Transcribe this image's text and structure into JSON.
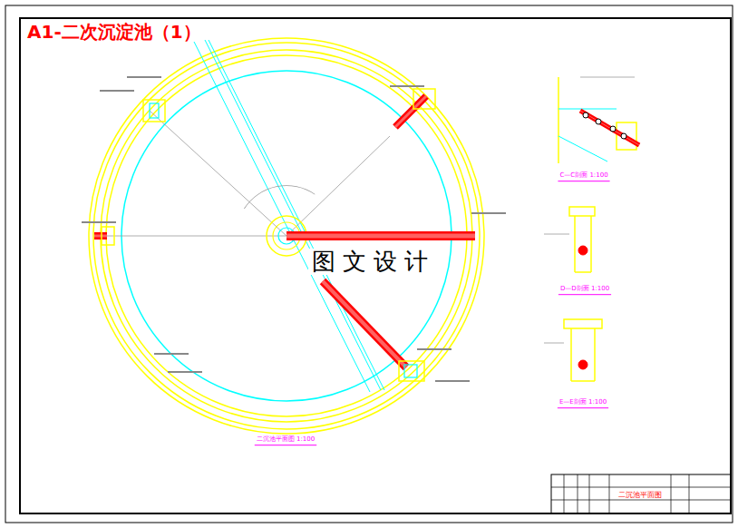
{
  "diagram": {
    "title": "A1-二次沉淀池（1）",
    "labels": [
      "图 文 设 计",
      "C—C剖面 1:100",
      "D—D剖面 1:100",
      "E—E剖面 1:100",
      "二沉池平面图 1:100",
      "二沉池平面图"
    ]
  }
}
